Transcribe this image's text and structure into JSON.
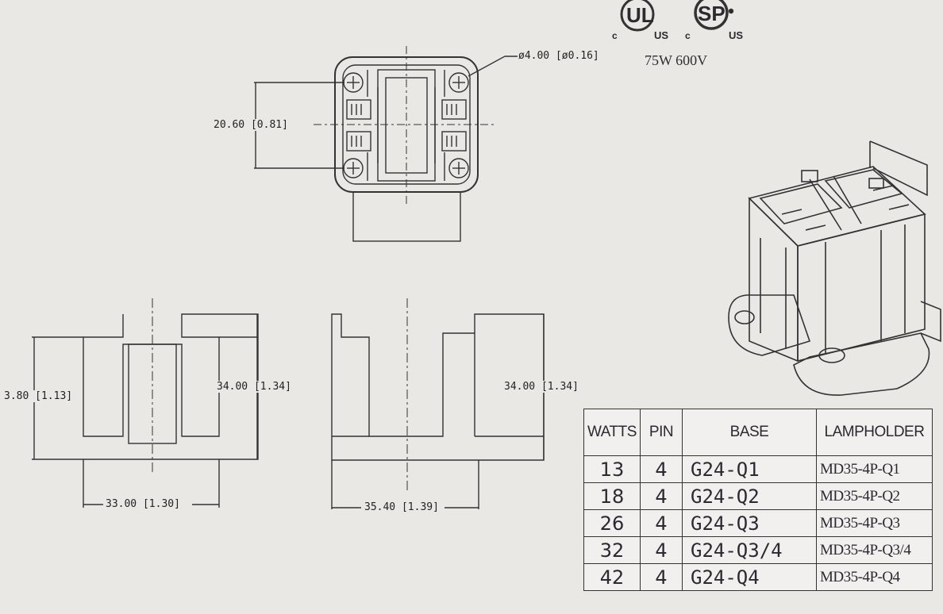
{
  "certifications": {
    "marks": [
      {
        "name": "ul-listed-mark",
        "letters": "UL",
        "left": "c",
        "right": "US"
      },
      {
        "name": "csa-mark",
        "letters": "SP",
        "left": "c",
        "right": "US"
      }
    ],
    "rating": "75W 600V"
  },
  "dimensions": {
    "hole_diameter": "ø4.00 [ø0.16]",
    "pin_spacing": "20.60 [0.81]",
    "side_height_left_outer": "3.80 [1.13]",
    "side_height_left_inner": "34.00 [1.34]",
    "side_height_right": "34.00 [1.34]",
    "width_left": "33.00 [1.30]",
    "width_right": "35.40 [1.39]"
  },
  "table": {
    "headers": [
      "WATTS",
      "PIN",
      "BASE",
      "LAMPHOLDER"
    ],
    "rows": [
      [
        "13",
        "4",
        "G24-Q1",
        "MD35-4P-Q1"
      ],
      [
        "18",
        "4",
        "G24-Q2",
        "MD35-4P-Q2"
      ],
      [
        "26",
        "4",
        "G24-Q3",
        "MD35-4P-Q3"
      ],
      [
        "32",
        "4",
        "G24-Q3/4",
        "MD35-4P-Q3/4"
      ],
      [
        "42",
        "4",
        "G24-Q4",
        "MD35-4P-Q4"
      ]
    ]
  }
}
